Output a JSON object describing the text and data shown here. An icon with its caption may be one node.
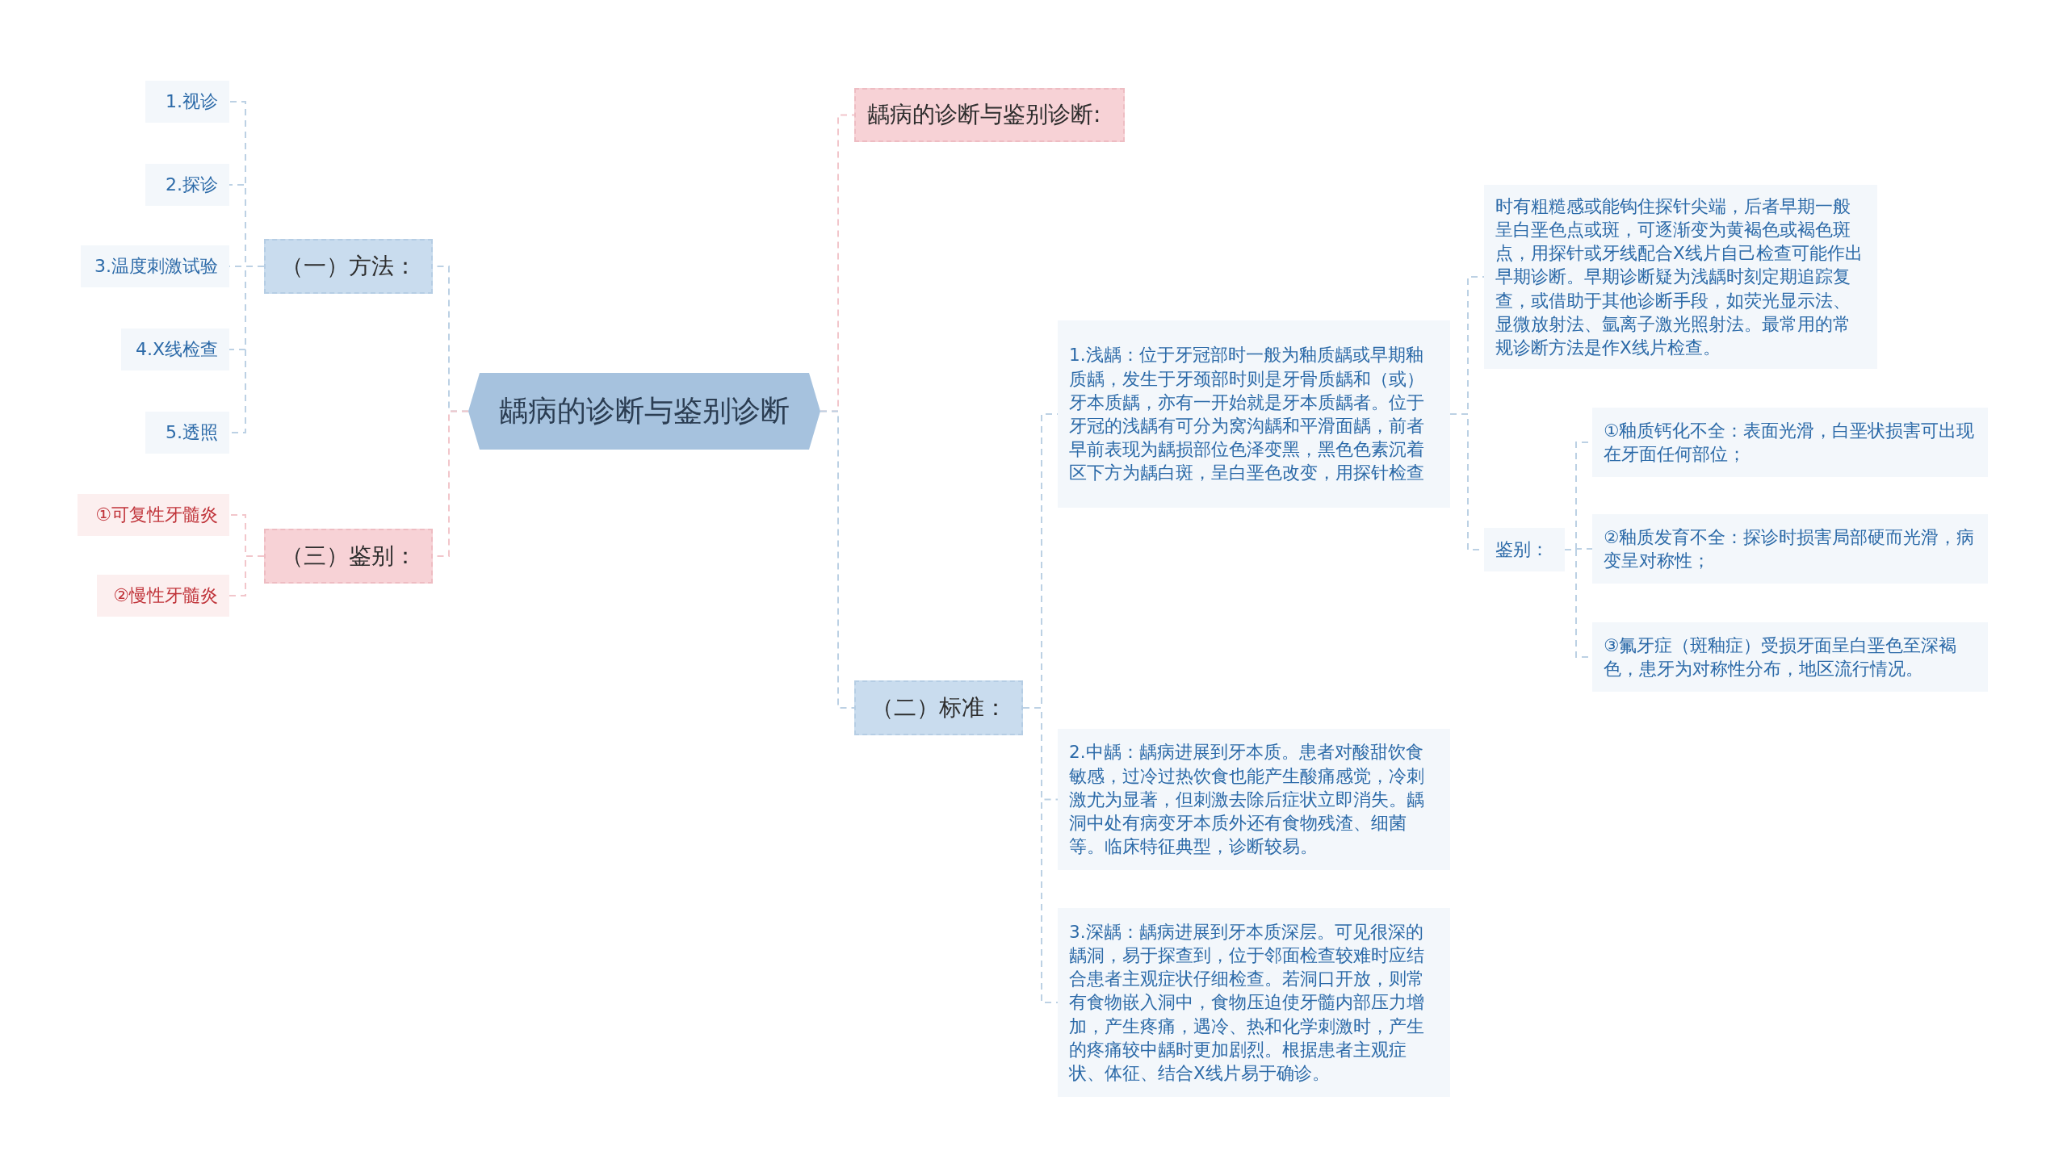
{
  "diagram": {
    "nodes": [
      {
        "text": [
          "龋病的诊断与鉴别诊断"
        ]
      },
      {
        "text": [
          "龋病的诊断与鉴别诊断:"
        ]
      },
      {
        "text": [
          "（一）方法："
        ]
      },
      {
        "text": [
          "1.视诊"
        ]
      },
      {
        "text": [
          "2.探诊"
        ]
      },
      {
        "text": [
          "3.温度刺激试验"
        ]
      },
      {
        "text": [
          "4.X线检查"
        ]
      },
      {
        "text": [
          "5.透照"
        ]
      },
      {
        "text": [
          "（三）鉴别："
        ]
      },
      {
        "text": [
          "①可复性牙髓炎"
        ]
      },
      {
        "text": [
          "②慢性牙髓炎"
        ]
      },
      {
        "text": [
          "（二）标准："
        ]
      },
      {
        "text": [
          "1.浅龋：位于牙冠部时一般为釉质龋或早期釉质龋，发生于牙颈部时则是牙骨质龋和（或）牙本质龋，亦有一开始就是牙本质龋者。位于牙冠的浅龋有可分为窝沟龋和平滑面龋，前者早前表现为龋损部位色泽变黑，黑色色素沉着区下方为龋白斑，呈白垩色改变，用探针检查"
        ]
      },
      {
        "text": [
          "时有粗糙感或能钩住探针尖端，后者早期一般呈白垩色点或斑，可逐渐变为黄褐色或褐色斑点，用探针或牙线配合X线片自己检查可能作出早期诊断。早期诊断疑为浅龋时刻定期追踪复查，或借助于其他诊断手段，如荧光显示法、显微放射法、氩离子激光照射法。最常用的常规诊断方法是作X线片检查。"
        ]
      },
      {
        "text": [
          "鉴别："
        ]
      },
      {
        "text": [
          "①釉质钙化不全：表面光滑，白垩状损害可出现在牙面任何部位；"
        ]
      },
      {
        "text": [
          "②釉质发育不全：探诊时损害局部硬而光滑，病变呈对称性；"
        ]
      },
      {
        "text": [
          "③氟牙症（斑釉症）受损牙面呈白垩色至深褐色，患牙为对称性分布，地区流行情况。"
        ]
      },
      {
        "text": [
          "2.中龋：龋病进展到牙本质。患者对酸甜饮食敏感，过冷过热饮食也能产生酸痛感觉，冷刺激尤为显著，但刺激去除后症状立即消失。龋洞中处有病变牙本质外还有食物残渣、细菌等。临床特征典型，诊断较易。"
        ]
      },
      {
        "text": [
          "3.深龋：龋病进展到牙本质深层。可见很深的龋洞，易于探查到，位于邻面检查较难时应结合患者主观症状仔细检查。若洞口开放，则常有食物嵌入洞中，食物压迫使牙髓内部压力增加，产生疼痛，遇冷、热和化学刺激时，产生的疼痛较中龋时更加剧烈。根据患者主观症状、体征、结合X线片易于确诊。"
        ]
      }
    ],
    "edges": [
      {
        "from": 0,
        "to": 1,
        "arrow": "none",
        "color": "#f2c6cb"
      },
      {
        "from": 0,
        "to": 2,
        "arrow": "none"
      },
      {
        "from": 2,
        "to": 3,
        "arrow": "none"
      },
      {
        "from": 2,
        "to": 4,
        "arrow": "none"
      },
      {
        "from": 2,
        "to": 5,
        "arrow": "none"
      },
      {
        "from": 2,
        "to": 6,
        "arrow": "none"
      },
      {
        "from": 2,
        "to": 7,
        "arrow": "none"
      },
      {
        "from": 0,
        "to": 8,
        "arrow": "none",
        "color": "#f2c6cb"
      },
      {
        "from": 8,
        "to": 9,
        "arrow": "none",
        "color": "#f2c6cb"
      },
      {
        "from": 8,
        "to": 10,
        "arrow": "none",
        "color": "#f2c6cb"
      },
      {
        "from": 0,
        "to": 11,
        "arrow": "none"
      },
      {
        "from": 11,
        "to": 12,
        "arrow": "none"
      },
      {
        "from": 12,
        "to": 13,
        "arrow": "none"
      },
      {
        "from": 12,
        "to": 14,
        "arrow": "none"
      },
      {
        "from": 14,
        "to": 15,
        "arrow": "none"
      },
      {
        "from": 14,
        "to": 16,
        "arrow": "none"
      },
      {
        "from": 14,
        "to": 17,
        "arrow": "none"
      },
      {
        "from": 11,
        "to": 18,
        "arrow": "none"
      },
      {
        "from": 11,
        "to": 19,
        "arrow": "none"
      }
    ]
  }
}
